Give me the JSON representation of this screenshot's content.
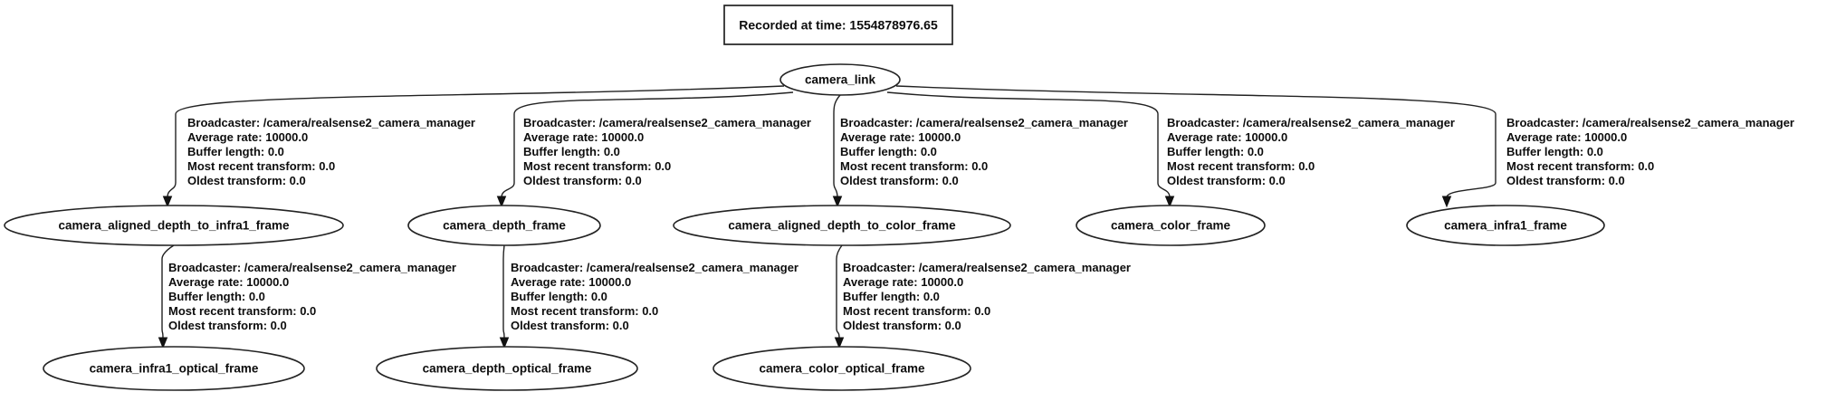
{
  "colors": {
    "background": "#ffffff",
    "stroke": "#222222",
    "text": "#0d0d0d"
  },
  "diagram": {
    "type": "tf-transform-tree",
    "title_node": {
      "label": "Recorded at time: 1554878976.65"
    },
    "nodes": [
      {
        "id": "camera_link",
        "label": "camera_link"
      },
      {
        "id": "camera_aligned_depth_to_infra1_frame",
        "label": "camera_aligned_depth_to_infra1_frame"
      },
      {
        "id": "camera_depth_frame",
        "label": "camera_depth_frame"
      },
      {
        "id": "camera_aligned_depth_to_color_frame",
        "label": "camera_aligned_depth_to_color_frame"
      },
      {
        "id": "camera_color_frame",
        "label": "camera_color_frame"
      },
      {
        "id": "camera_infra1_frame",
        "label": "camera_infra1_frame"
      },
      {
        "id": "camera_infra1_optical_frame",
        "label": "camera_infra1_optical_frame"
      },
      {
        "id": "camera_depth_optical_frame",
        "label": "camera_depth_optical_frame"
      },
      {
        "id": "camera_color_optical_frame",
        "label": "camera_color_optical_frame"
      }
    ],
    "edges": [
      {
        "from": "camera_link",
        "to": "camera_aligned_depth_to_infra1_frame",
        "label_lines": [
          "Broadcaster: /camera/realsense2_camera_manager",
          "Average rate: 10000.0",
          "Buffer length: 0.0",
          "Most recent transform: 0.0",
          "Oldest transform: 0.0"
        ]
      },
      {
        "from": "camera_link",
        "to": "camera_depth_frame",
        "label_lines": [
          "Broadcaster: /camera/realsense2_camera_manager",
          "Average rate: 10000.0",
          "Buffer length: 0.0",
          "Most recent transform: 0.0",
          "Oldest transform: 0.0"
        ]
      },
      {
        "from": "camera_link",
        "to": "camera_aligned_depth_to_color_frame",
        "label_lines": [
          "Broadcaster: /camera/realsense2_camera_manager",
          "Average rate: 10000.0",
          "Buffer length: 0.0",
          "Most recent transform: 0.0",
          "Oldest transform: 0.0"
        ]
      },
      {
        "from": "camera_link",
        "to": "camera_color_frame",
        "label_lines": [
          "Broadcaster: /camera/realsense2_camera_manager",
          "Average rate: 10000.0",
          "Buffer length: 0.0",
          "Most recent transform: 0.0",
          "Oldest transform: 0.0"
        ]
      },
      {
        "from": "camera_link",
        "to": "camera_infra1_frame",
        "label_lines": [
          "Broadcaster: /camera/realsense2_camera_manager",
          "Average rate: 10000.0",
          "Buffer length: 0.0",
          "Most recent transform: 0.0",
          "Oldest transform: 0.0"
        ]
      },
      {
        "from": "camera_aligned_depth_to_infra1_frame",
        "to": "camera_infra1_optical_frame",
        "label_lines": [
          "Broadcaster: /camera/realsense2_camera_manager",
          "Average rate: 10000.0",
          "Buffer length: 0.0",
          "Most recent transform: 0.0",
          "Oldest transform: 0.0"
        ]
      },
      {
        "from": "camera_depth_frame",
        "to": "camera_depth_optical_frame",
        "label_lines": [
          "Broadcaster: /camera/realsense2_camera_manager",
          "Average rate: 10000.0",
          "Buffer length: 0.0",
          "Most recent transform: 0.0",
          "Oldest transform: 0.0"
        ]
      },
      {
        "from": "camera_aligned_depth_to_color_frame",
        "to": "camera_color_optical_frame",
        "label_lines": [
          "Broadcaster: /camera/realsense2_camera_manager",
          "Average rate: 10000.0",
          "Buffer length: 0.0",
          "Most recent transform: 0.0",
          "Oldest transform: 0.0"
        ]
      }
    ]
  }
}
